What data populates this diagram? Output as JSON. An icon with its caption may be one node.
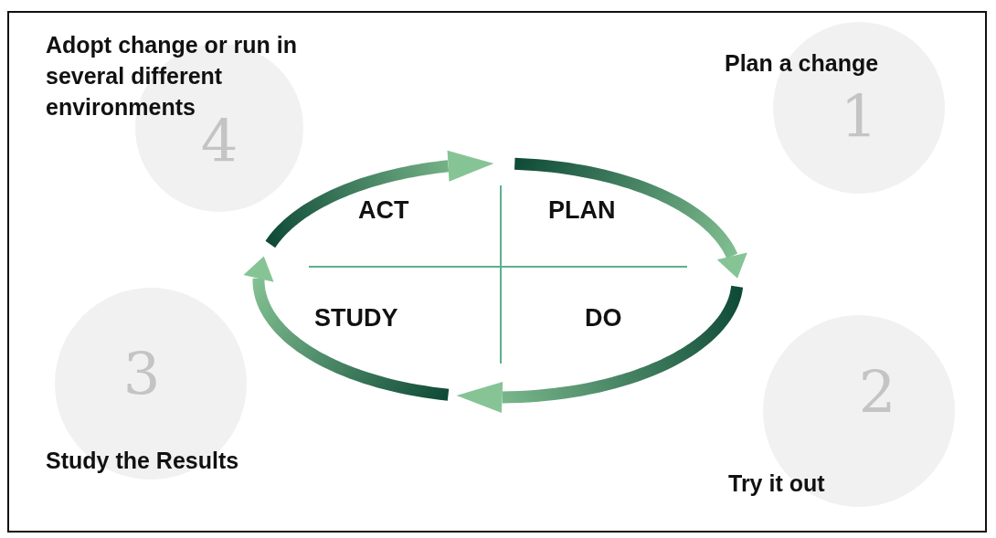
{
  "diagram": {
    "nodes": [
      {
        "text": [
          "Adopt change or run in several different environments",
          "4"
        ]
      },
      {
        "text": [
          "Plan a change",
          "1"
        ]
      },
      {
        "text": [
          "3",
          "Study the Results"
        ]
      },
      {
        "text": [
          "2",
          "Try it out"
        ]
      }
    ],
    "labels": [
      "ACT",
      "PLAN",
      "STUDY",
      "DO"
    ]
  }
}
